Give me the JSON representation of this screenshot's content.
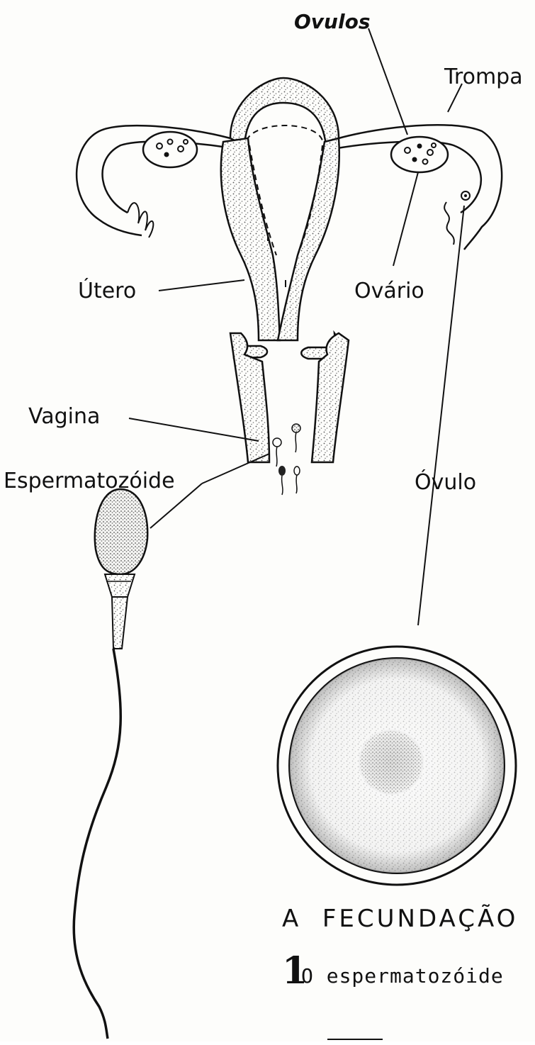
{
  "diagram": {
    "labels": {
      "ovulos": "Ovulos",
      "trompa": "Trompa",
      "utero": "Útero",
      "ovario": "Ovário",
      "vagina": "Vagina",
      "ovulo": "Óvulo",
      "espermatozoide": "Espermatozóide"
    },
    "title": "A  FECUNDAÇÃO",
    "section_number": "1",
    "caption": "O espermatozóide"
  },
  "colors": {
    "ink": "#111111",
    "stipple": "#6f6f6f",
    "paper": "#fdfdfb"
  }
}
